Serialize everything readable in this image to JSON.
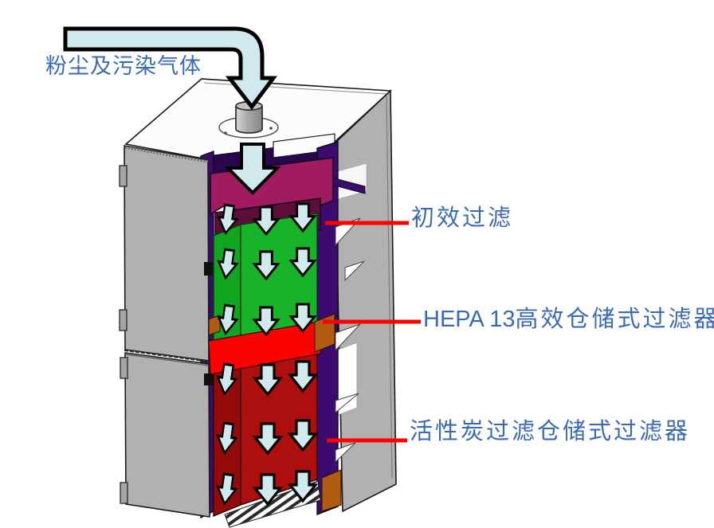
{
  "annotations": {
    "inlet_flow_label": "粉尘及污染气体",
    "callouts": [
      {
        "prefix": "",
        "text": "初效过滤"
      },
      {
        "prefix": "HEPA 13",
        "text": "高效仓储式过滤器"
      },
      {
        "prefix": "",
        "text": "活性炭过滤仓储式过滤器"
      }
    ]
  },
  "icons": {
    "airflow": "down-arrow-icon",
    "inlet_flow": "curved-down-arrow-icon"
  },
  "colors": {
    "label_blue": "#3A6AB5",
    "leader_red": "#FE0000",
    "arrow_fill": "#CFE9ED",
    "cabinet_gray": "#B1B1B1",
    "top_white": "#FCFCFC",
    "frame_purple": "#3B0B70",
    "frame_purple_dark": "#28074E",
    "plenum_crimson": "#A01B60",
    "plenum_crimson_dark": "#5C0E38",
    "primary_filter_green": "#17B329",
    "primary_filter_green_side": "#10A51F",
    "hepa_red": "#FB0300",
    "carbon_red": "#AD0F0F",
    "carbon_red_side": "#930B0B",
    "rail_orange": "#B05A12"
  }
}
